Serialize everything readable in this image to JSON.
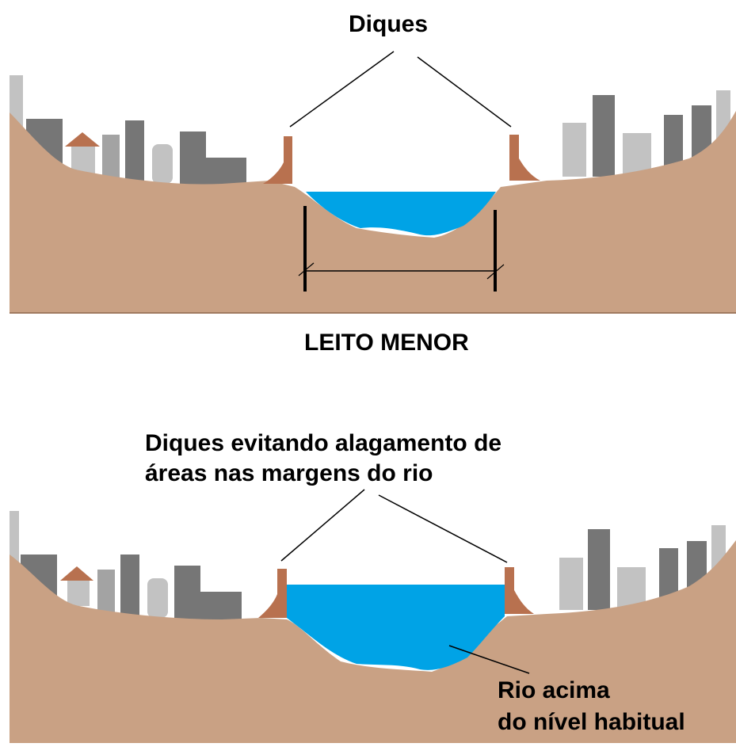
{
  "labels": {
    "top_title": "Diques",
    "middle_title": "LEITO MENOR",
    "bottom_title_line1": "Diques evitando alagamento de",
    "bottom_title_line2": "áreas nas margens do rio",
    "river_note_line1": "Rio acima",
    "river_note_line2": "do nível habitual"
  },
  "colors": {
    "ground": "#c9a184",
    "ground_edge": "#a07a60",
    "dike": "#b8714f",
    "water": "#00a3e6",
    "building_dark": "#767676",
    "building_light": "#c2c2c2",
    "building_mid": "#a3a3a3",
    "roof": "#b8714f",
    "lines": "#000000"
  }
}
